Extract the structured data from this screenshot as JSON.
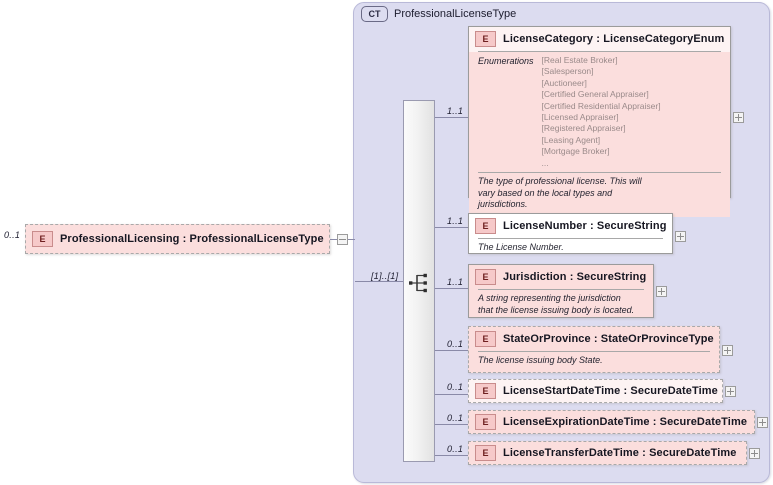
{
  "diagram": {
    "type": "xml-schema-element-tree",
    "root_element": {
      "name": "ProfessionalLicensing : ProfessionalLicenseType",
      "badge": "E",
      "cardinality": "0..1",
      "optional": true
    },
    "complex_type": {
      "badge": "CT",
      "title": "ProfessionalLicenseType",
      "compositor": "sequence",
      "compositor_cardinality": "[1]..[1]"
    },
    "children": [
      {
        "badge": "E",
        "title": "LicenseCategory : LicenseCategoryEnum",
        "cardinality": "1..1",
        "optional": false,
        "enumerations_label": "Enumerations",
        "enumerations": [
          "[Real Estate Broker]",
          "[Salesperson]",
          "[Auctioneer]",
          "[Certified General Appraiser]",
          "[Certified Residential Appraiser]",
          "[Licensed Appraiser]",
          "[Registered Appraiser]",
          "[Leasing Agent]",
          "[Mortgage Broker]",
          "..."
        ],
        "documentation": "The type of professional license. This will\nvary based on the local types and\njurisdictions.",
        "expand": "+"
      },
      {
        "badge": "E",
        "title": "LicenseNumber : SecureString",
        "cardinality": "1..1",
        "optional": false,
        "documentation": "The License Number.",
        "expand": "+"
      },
      {
        "badge": "E",
        "title": "Jurisdiction : SecureString",
        "cardinality": "1..1",
        "optional": false,
        "documentation": "A string representing the jurisdiction\nthat the license issuing body is located.",
        "expand": "+"
      },
      {
        "badge": "E",
        "title": "StateOrProvince : StateOrProvinceType",
        "cardinality": "0..1",
        "optional": true,
        "documentation": "The license issuing body State.",
        "expand": "+"
      },
      {
        "badge": "E",
        "title": "LicenseStartDateTime : SecureDateTime",
        "cardinality": "0..1",
        "optional": true,
        "documentation": "",
        "expand": "+"
      },
      {
        "badge": "E",
        "title": "LicenseExpirationDateTime : SecureDateTime",
        "cardinality": "0..1",
        "optional": true,
        "documentation": "",
        "expand": "+"
      },
      {
        "badge": "E",
        "title": "LicenseTransferDateTime : SecureDateTime",
        "cardinality": "0..1",
        "optional": true,
        "documentation": "",
        "expand": "+"
      }
    ],
    "root_collapse_button": "-",
    "colors": {
      "container_fill": "#dcdcf0",
      "node_fill": "#fdf3f3",
      "node_fill_tinted": "#fbdedd",
      "badge_fill": "#f6c9c9",
      "badge_text": "#6e2020",
      "connector": "#8a8aa8"
    }
  }
}
